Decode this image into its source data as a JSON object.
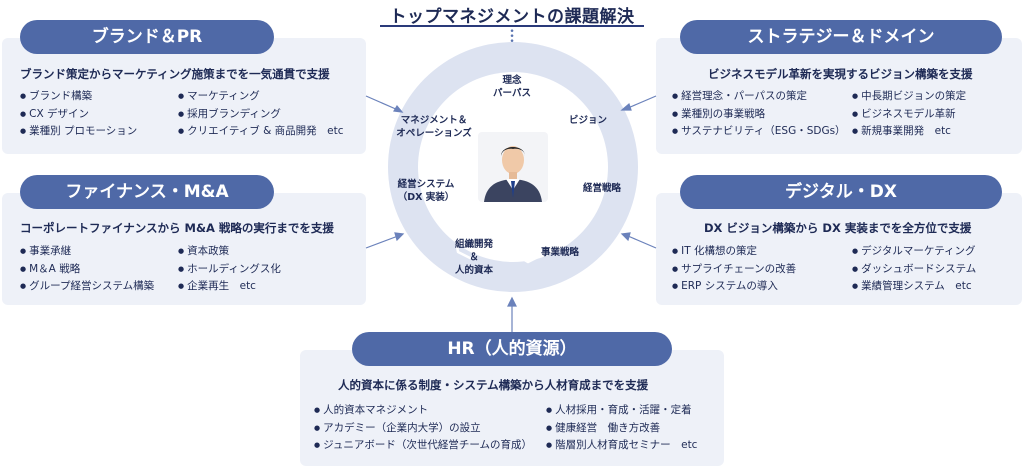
{
  "title": "トップマネジメントの課題解決",
  "center": {
    "segments": [
      {
        "label_lines": [
          "理念",
          "パーパス"
        ]
      },
      {
        "label_lines": [
          "ビジョン"
        ]
      },
      {
        "label_lines": [
          "経営戦略"
        ]
      },
      {
        "label_lines": [
          "事業戦略"
        ]
      },
      {
        "label_lines": [
          "組織開発",
          "＆",
          "人的資本"
        ]
      },
      {
        "label_lines": [
          "経営システム",
          "（DX 実装）"
        ]
      },
      {
        "label_lines": [
          "マネジメント＆",
          "オペレーションズ"
        ]
      }
    ],
    "icon": "businessman-icon"
  },
  "cards": {
    "brand": {
      "title": "ブランド＆PR",
      "subtitle": "ブランド策定からマーケティング施策までを一気通貫で支援",
      "left": [
        "ブランド構築",
        "CX デザイン",
        "業種別 プロモーション"
      ],
      "right": [
        "マーケティング",
        "採用ブランディング",
        "クリエイティブ & 商品開発　etc"
      ]
    },
    "strategy": {
      "title": "ストラテジー＆ドメイン",
      "subtitle": "ビジネスモデル革新を実現するビジョン構築を支援",
      "left": [
        "経営理念・パーパスの策定",
        "業種別の事業戦略",
        "サステナビリティ（ESG・SDGs）"
      ],
      "right": [
        "中長期ビジョンの策定",
        "ビジネスモデル革新",
        "新規事業開発　etc"
      ]
    },
    "finance": {
      "title": "ファイナンス・M&A",
      "subtitle": "コーポレートファイナンスから M&A 戦略の実行までを支援",
      "left": [
        "事業承継",
        "M＆A 戦略",
        "グループ経営システム構築"
      ],
      "right": [
        "資本政策",
        "ホールディングス化",
        "企業再生　etc"
      ]
    },
    "digital": {
      "title": "デジタル・DX",
      "subtitle": "DX ビジョン構築から DX 実装までを全方位で支援",
      "left": [
        "IT 化構想の策定",
        "サプライチェーンの改善",
        "ERP システムの導入"
      ],
      "right": [
        "デジタルマーケティング",
        "ダッシュボードシステム",
        "業績管理システム　etc"
      ]
    },
    "hr": {
      "title": "HR（人的資源）",
      "subtitle": "人的資本に係る制度・システム構築から人材育成までを支援",
      "left": [
        "人的資本マネジメント",
        "アカデミー（企業内大学）の設立",
        "ジュニアボード（次世代経営チームの育成）"
      ],
      "right": [
        "人材採用・育成・活躍・定着",
        "健康経営　働き方改善",
        "階層別人材育成セミナー　etc"
      ]
    }
  },
  "colors": {
    "pill": "#4f69a7",
    "card_bg": "#eef1f8",
    "ring": "#dde3f1",
    "text": "#1e2a55"
  }
}
